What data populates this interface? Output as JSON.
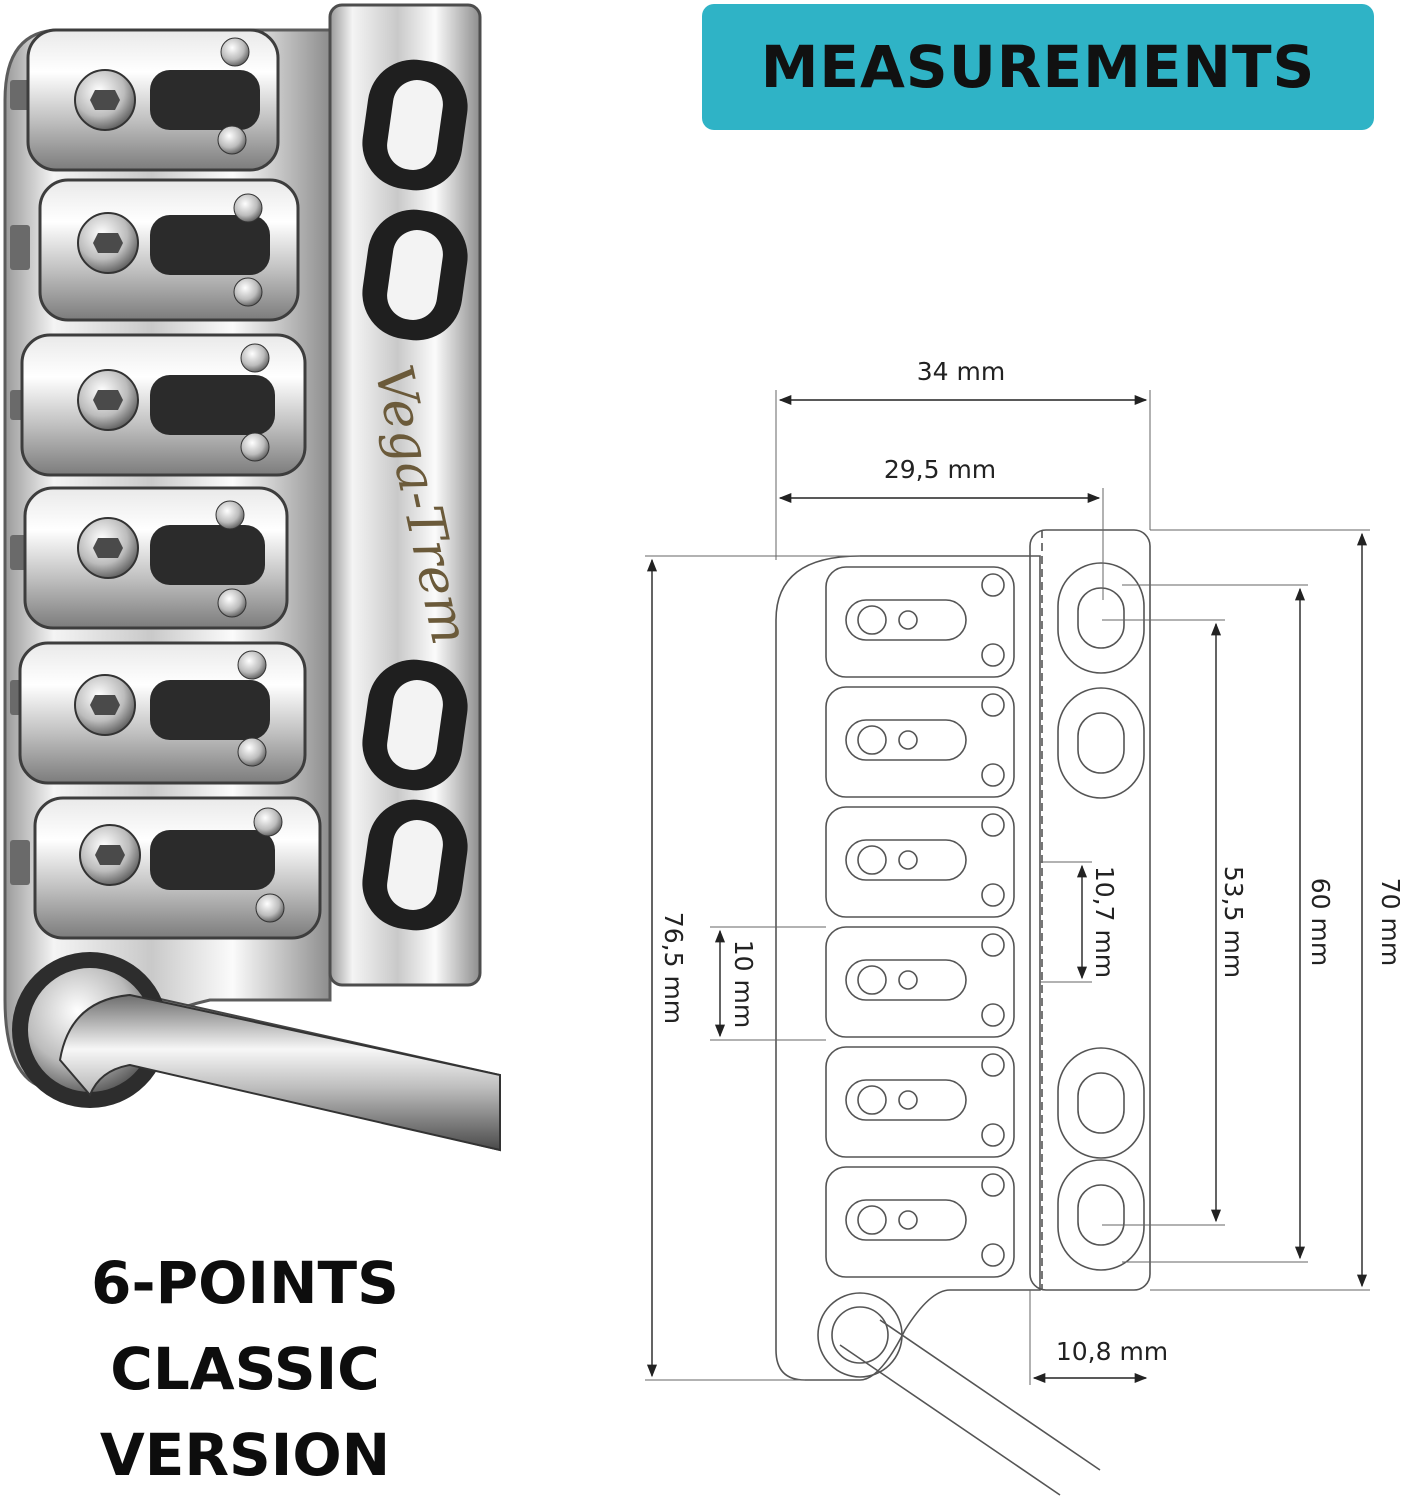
{
  "banner": {
    "title": "MEASUREMENTS"
  },
  "photo": {
    "logo_text": "Vega-Trem",
    "saddle_count": 6
  },
  "product": {
    "line1": "6-POINTS",
    "line2": "CLASSIC",
    "line3": "VERSION"
  },
  "dimensions": {
    "overall_width": "34 mm",
    "saddle_width": "29,5 mm",
    "overall_length": "76,5 mm",
    "saddle_pitch": "10 mm",
    "hole_pitch": "10,7 mm",
    "inner_hole_span": "53,5 mm",
    "outer_hole_span": "60 mm",
    "plate_length": "70 mm",
    "plate_width": "10,8 mm"
  },
  "colors": {
    "banner": "#2fb3c6",
    "chrome_light": "#f2f2f2",
    "chrome_dark": "#3a3a3a",
    "drawing_line": "#555555"
  }
}
